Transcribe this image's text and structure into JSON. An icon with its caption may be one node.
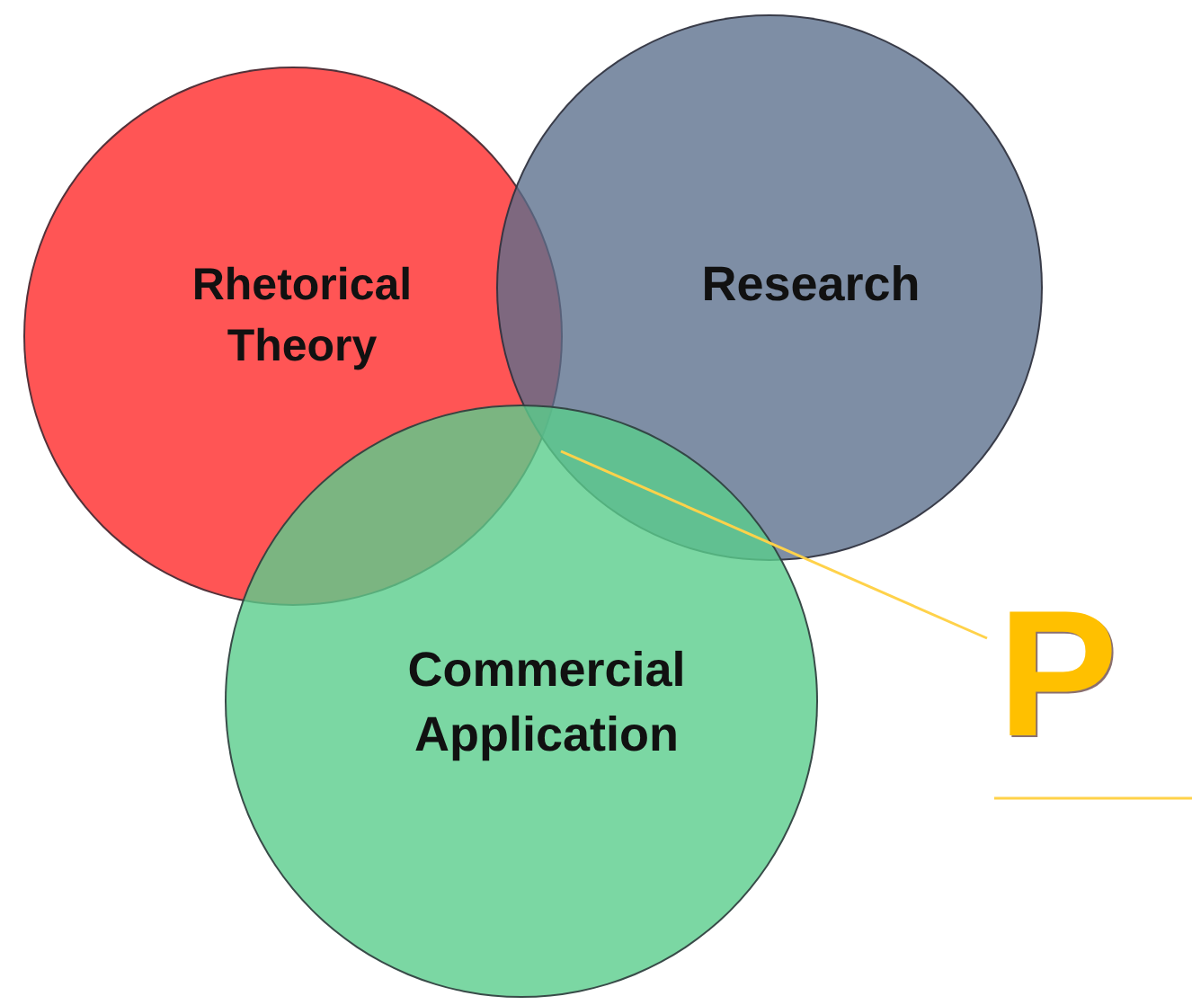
{
  "diagram": {
    "nodes": [
      {
        "text": [
          "Rhetorical Theory"
        ]
      },
      {
        "text": [
          "Research"
        ]
      },
      {
        "text": [
          "Commercial Application"
        ]
      },
      {
        "text": [
          "P"
        ]
      }
    ],
    "edges": [
      {
        "from": 3,
        "to": 2,
        "arrow": "none",
        "color": "#ffd24a"
      }
    ]
  }
}
